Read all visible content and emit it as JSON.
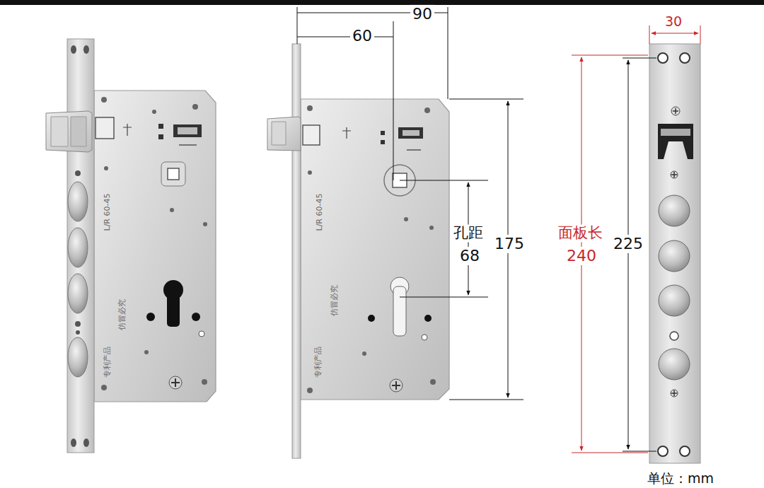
{
  "diagram": {
    "labels": [
      "L/R 60-45",
      "仿冒必究",
      "专利产品",
      "90",
      "60",
      "L/R 60-45",
      "仿冒必究",
      "专利产品",
      "孔距",
      "68",
      "175",
      "30",
      "面板长",
      "240",
      "225",
      "单位：mm"
    ]
  }
}
